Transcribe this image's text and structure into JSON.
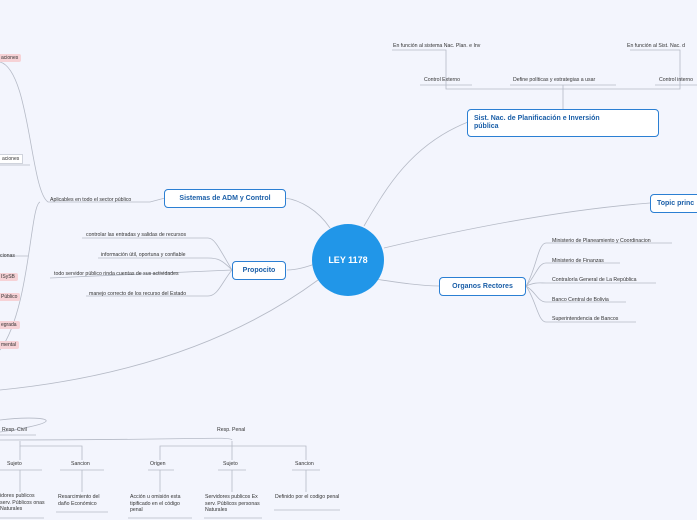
{
  "center": {
    "label": "LEY 1178"
  },
  "topics": {
    "sistemas": "Sistemas de ADM y Control",
    "propocito": "Propocito",
    "organos": "Organos Rectores",
    "sist_nac": "Sist. Nac. de Planificación e Inversión pública",
    "topic_right": "Topic princ"
  },
  "sistemas_children": {
    "aplicables": "Aplicables en todo el sector público"
  },
  "propocito_children": [
    "controlar las entradas y salidas de recursos",
    "información útil, oportuna y confiable",
    "todo servidor público rinda cuentas de sus actividades",
    "manejo correcto de los recurso del Estado"
  ],
  "organos_children": [
    "Ministerio de Planeamiento y Coordinacion",
    "Ministerio de Finanzas",
    "Contraloría General de La República",
    "Banco Central de Bolivia",
    "Superintendencia de Bancos"
  ],
  "sist_nac_children": {
    "en_funcion_1": "En función al sistema Nac. Plan. e Inv",
    "en_funcion_2": "En función al Sist. Nac. d",
    "control_externo": "Control Externo",
    "define": "Define políticas y estrategias a usar",
    "control_interno": "Control interno"
  },
  "left_fragments": {
    "pink_1": "aciones",
    "box_1": "aciones",
    "plain_1": "cionas",
    "pink_2": "ISySB",
    "pink_3": "Público",
    "pink_4": "egrada",
    "pink_5": "mental"
  },
  "bottom": {
    "resp_civil": "Resp. Civil",
    "resp_penal": "Resp. Penal",
    "civil_sujeto": "Sujeto",
    "civil_sancion": "Sancion",
    "civil_sujeto_text": "idores publicos serv. Públicos onas Naturales",
    "civil_sancion_text": "Resarcimiento del daño Económico",
    "penal_origen": "Origen",
    "penal_sujeto": "Sujeto",
    "penal_sancion": "Sancion",
    "penal_origen_text": "Acción u omisión esta tipificado en el código penal",
    "penal_sujeto_text": "Servidores publicos Ex serv. Públicos personas Naturales",
    "penal_sancion_text": "Definido por el codigo penal"
  }
}
